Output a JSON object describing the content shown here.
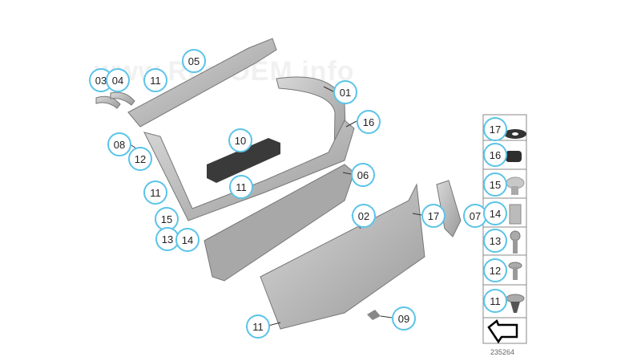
{
  "watermark": "www.RealOEM.info",
  "callouts": [
    {
      "id": "c03",
      "label": "03"
    },
    {
      "id": "c04",
      "label": "04"
    },
    {
      "id": "c05",
      "label": "05"
    },
    {
      "id": "c11a",
      "label": "11"
    },
    {
      "id": "c01",
      "label": "01"
    },
    {
      "id": "c16",
      "label": "16"
    },
    {
      "id": "c08",
      "label": "08"
    },
    {
      "id": "c12",
      "label": "12"
    },
    {
      "id": "c10",
      "label": "10"
    },
    {
      "id": "c06",
      "label": "06"
    },
    {
      "id": "c11b",
      "label": "11"
    },
    {
      "id": "c11c",
      "label": "11"
    },
    {
      "id": "c15",
      "label": "15"
    },
    {
      "id": "c13",
      "label": "13"
    },
    {
      "id": "c14",
      "label": "14"
    },
    {
      "id": "c02",
      "label": "02"
    },
    {
      "id": "c17",
      "label": "17"
    },
    {
      "id": "c07",
      "label": "07"
    },
    {
      "id": "c11d",
      "label": "11"
    },
    {
      "id": "c09",
      "label": "09"
    }
  ],
  "legend_column": [
    "17",
    "16",
    "15",
    "14",
    "13",
    "12",
    "11"
  ],
  "reference_number": "235264",
  "colors": {
    "callout_border": "#5bc4e8",
    "part_fill": "#b8b8b8",
    "part_dark": "#3a3a3a"
  }
}
